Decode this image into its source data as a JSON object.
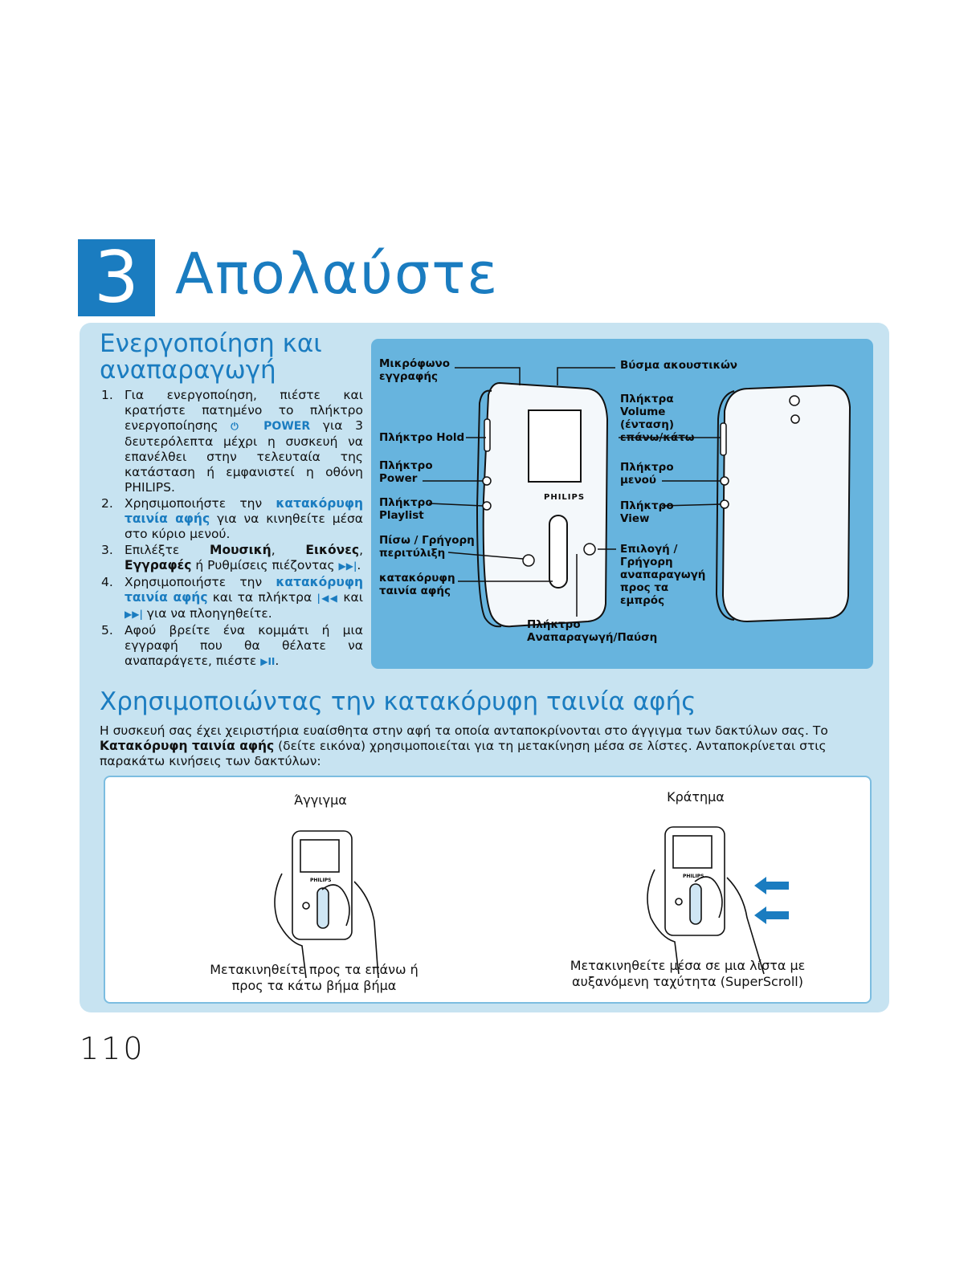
{
  "chapter": {
    "number": "3",
    "title": "Απολαύστε"
  },
  "section1": {
    "heading": "Ενεργοποίηση και αναπαραγωγή",
    "steps": [
      {
        "num": "1.",
        "p1": "Για ενεργοποίηση, πιέστε και κρατήστε πατημένο το πλήκτρο ενεργοποίησης ",
        "power_symbol": "⏻",
        "power_label": "POWER",
        "p2": " για 3 δευτερόλεπτα μέχρι η συσκευή να επανέλθει στην τελευταία της κατάσταση ή εμφανιστεί η οθόνη PHILIPS."
      },
      {
        "num": "2.",
        "p1": "Χρησιμοποιήστε την ",
        "hl": "κατακόρυφη ταινία αφής",
        "p2": " για να κινηθείτε μέσα στο κύριο μενού."
      },
      {
        "num": "3.",
        "p1": "Επιλέξτε ",
        "b1": "Μουσική",
        "sep1": ", ",
        "b2": "Εικόνες",
        "sep2": ", ",
        "b3": "Εγγραφές",
        "p2": " ή Ρυθμίσεις πιέζοντας ",
        "sym": "▶▶|",
        "p3": "."
      },
      {
        "num": "4.",
        "p1": "Χρησιμοποιήστε την ",
        "hl": "κατακόρυφη ταινία αφής",
        "p2": " και τα πλήκτρα ",
        "sym1": "|◀◀",
        "p3": " και ",
        "sym2": "▶▶|",
        "p4": " για να πλοηγηθείτε."
      },
      {
        "num": "5.",
        "p1": "Αφού βρείτε ένα κομμάτι ή μια εγγραφή που θα θέλατε να αναπαράγετε, πιέστε ",
        "sym": "▶II",
        "p2": "."
      }
    ]
  },
  "diagram": {
    "left_labels": {
      "microphone": "Μικρόφωνο εγγραφής",
      "hold": "Πλήκτρο Hold",
      "power": "Πλήκτρο Power",
      "playlist": "Πλήκτρο Playlist",
      "rewind": "Πίσω / Γρήγορη περιτύλιξη",
      "touch_strip": "κατακόρυφη ταινία αφής"
    },
    "right_labels": {
      "headphones": "Βύσμα ακουστικών",
      "volume": "Πλήκτρα Volume (ένταση) επάνω/κάτω",
      "menu": "Πλήκτρο μενού",
      "view": "Πλήκτρο View",
      "forward": "Επιλογή / Γρήγορη αναπαραγωγή προς τα εμπρός"
    },
    "bottom_label": "Πλήκτρο Αναπαραγωγή/Παύση",
    "brand": "PHILIPS"
  },
  "section2": {
    "heading": "Χρησιμοποιώντας την κατακόρυφη ταινία αφής",
    "intro_p1": "Η συσκευή σας έχει χειριστήρια ευαίσθητα στην αφή τα οποία ανταποκρίνονται στο άγγιγμα των δακτύλων σας. Το ",
    "intro_bold": "Κατακόρυφη ταινία αφής",
    "intro_p2": " (δείτε εικόνα) χρησιμοποιείται για τη μετακίνηση μέσα σε λίστες. Ανταποκρίνεται στις παρακάτω κινήσεις των δακτύλων:",
    "touch": {
      "title": "Άγγιγμα",
      "caption": "Μετακινηθείτε προς τα επάνω ή προς τα κάτω βήμα βήμα"
    },
    "hold": {
      "title": "Κράτημα",
      "caption": "Μετακινηθείτε μέσα σε μια λίστα με αυξανόμενη ταχύτητα (SuperScroll)"
    }
  },
  "page_number": "110",
  "colors": {
    "accent": "#1a7cc0",
    "panel": "#c7e3f1",
    "diagram_bg": "#67b4de"
  }
}
